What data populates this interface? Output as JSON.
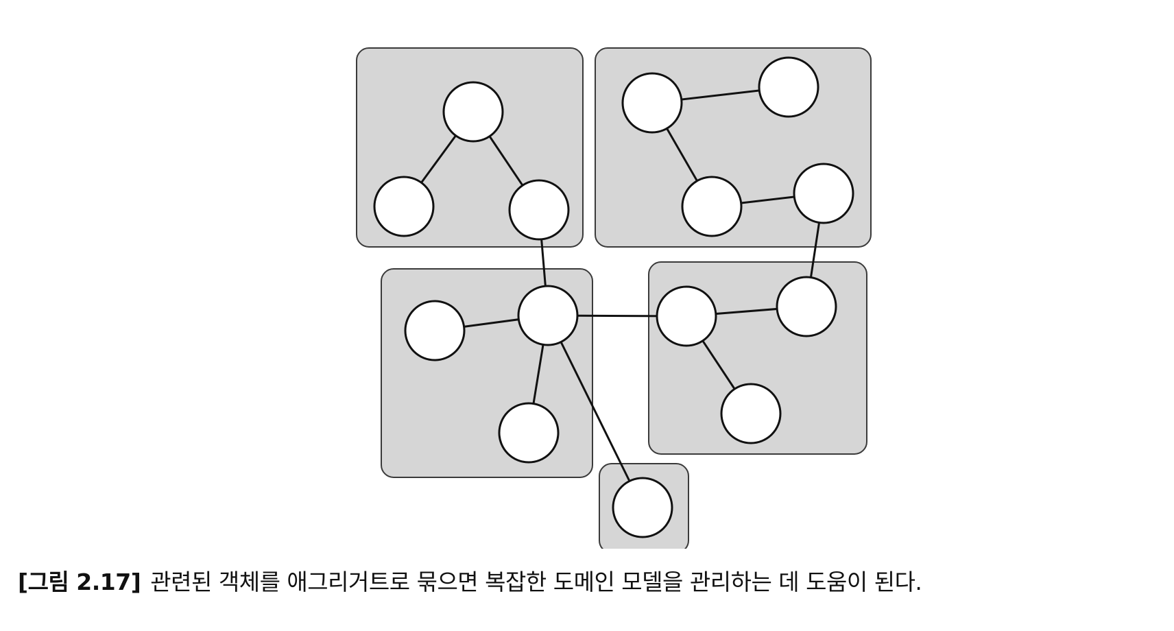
{
  "figure": {
    "label": "[그림 2.17]",
    "caption": "관련된 객체를 애그리거트로 묶으면 복잡한 도메인 모델을 관리하는 데 도움이 된다."
  },
  "diagram": {
    "aggregates": [
      {
        "id": "top-left",
        "entities": [
          "tl-a",
          "tl-b",
          "tl-c"
        ]
      },
      {
        "id": "top-right",
        "entities": [
          "tr-a",
          "tr-b",
          "tr-c",
          "tr-d"
        ]
      },
      {
        "id": "middle-left",
        "entities": [
          "ml-a",
          "ml-b",
          "ml-c"
        ]
      },
      {
        "id": "middle-right",
        "entities": [
          "mr-a",
          "mr-b",
          "mr-c"
        ]
      },
      {
        "id": "bottom",
        "entities": [
          "bt-a"
        ]
      }
    ],
    "links": [
      [
        "tl-a",
        "tl-b"
      ],
      [
        "tl-a",
        "tl-c"
      ],
      [
        "tl-c",
        "ml-b"
      ],
      [
        "tr-a",
        "tr-b"
      ],
      [
        "tr-a",
        "tr-c"
      ],
      [
        "tr-c",
        "tr-d"
      ],
      [
        "tr-d",
        "mr-b"
      ],
      [
        "ml-a",
        "ml-b"
      ],
      [
        "ml-b",
        "ml-c"
      ],
      [
        "ml-b",
        "bt-a"
      ],
      [
        "ml-b",
        "mr-a"
      ],
      [
        "mr-a",
        "mr-b"
      ],
      [
        "mr-a",
        "mr-c"
      ]
    ]
  }
}
